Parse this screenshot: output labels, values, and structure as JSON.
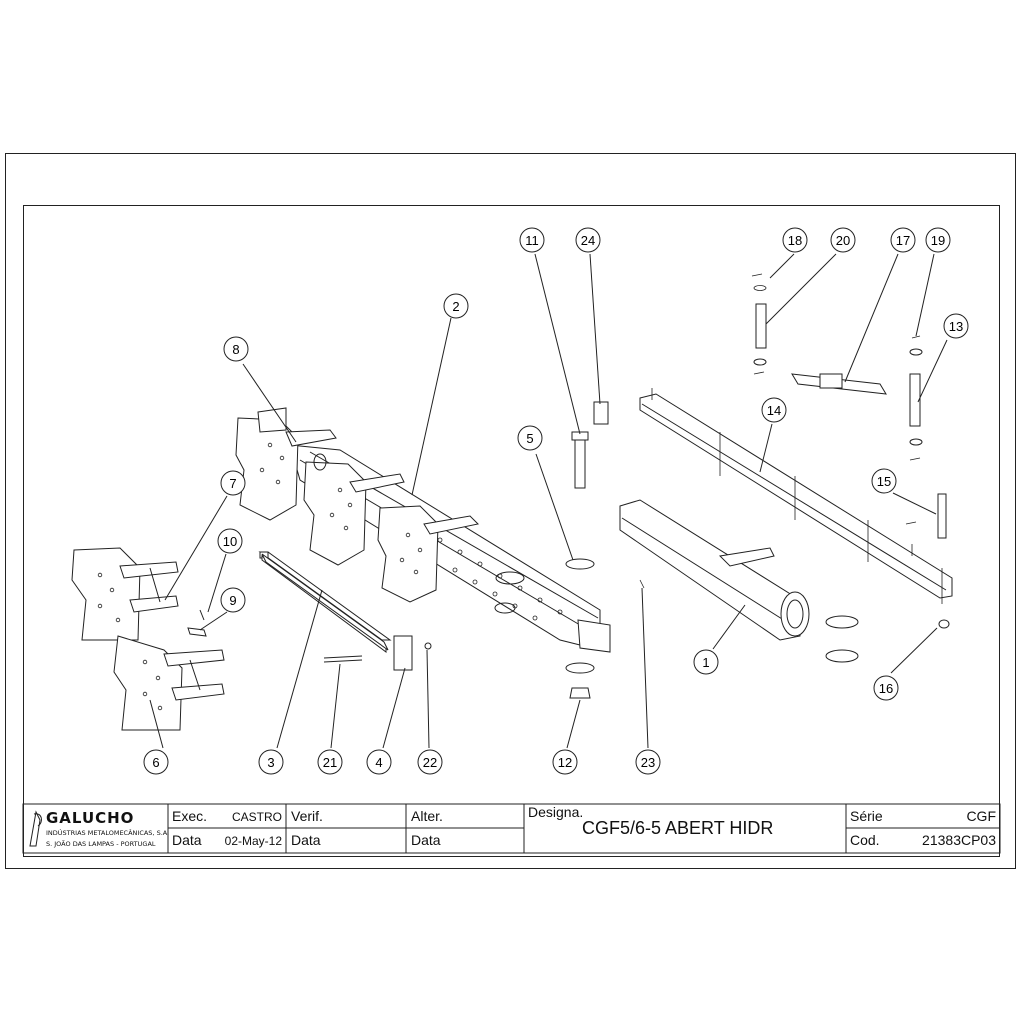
{
  "balloons": [
    "1",
    "2",
    "3",
    "4",
    "5",
    "6",
    "7",
    "8",
    "9",
    "10",
    "11",
    "12",
    "13",
    "14",
    "15",
    "16",
    "17",
    "18",
    "19",
    "20",
    "21",
    "22",
    "23",
    "24"
  ],
  "title_block": {
    "company": "GALUCHO",
    "company_line1": "INDÚSTRIAS METALOMECÂNICAS, S.A.",
    "company_line2": "S. JOÃO DAS LAMPAS - PORTUGAL",
    "exec_label": "Exec.",
    "exec_value": "CASTRO",
    "date_label_1": "Data",
    "date_value": "02-May-12",
    "verif_label": "Verif.",
    "date_label_2": "Data",
    "alter_label": "Alter.",
    "date_label_3": "Data",
    "designa_label": "Designa.",
    "designa_value": "CGF5/6-5 ABERT HIDR",
    "serie_label": "Série",
    "serie_value": "CGF",
    "cod_label": "Cod.",
    "cod_value": "21383CP03"
  }
}
